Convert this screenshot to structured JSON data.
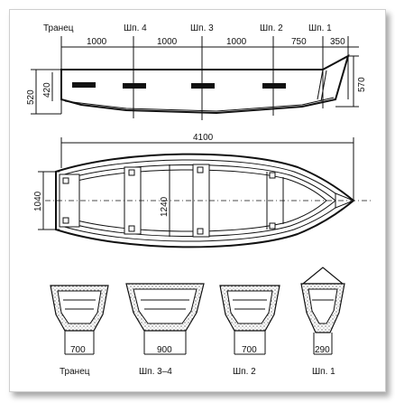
{
  "profile": {
    "stations": [
      "Транец",
      "Шп. 4",
      "Шп. 3",
      "Шп. 2",
      "Шп. 1"
    ],
    "spacings": [
      "1000",
      "1000",
      "1000",
      "750",
      "350"
    ],
    "height_520": "520",
    "height_420": "420",
    "height_570": "570"
  },
  "plan": {
    "length": "4100",
    "beam": "1040",
    "inner": "1240"
  },
  "sections": [
    {
      "width": "700",
      "label": "Транец"
    },
    {
      "width": "900",
      "label": "Шп. 3–4"
    },
    {
      "width": "700",
      "label": "Шп. 2"
    },
    {
      "width": "290",
      "label": "Шп. 1"
    }
  ]
}
